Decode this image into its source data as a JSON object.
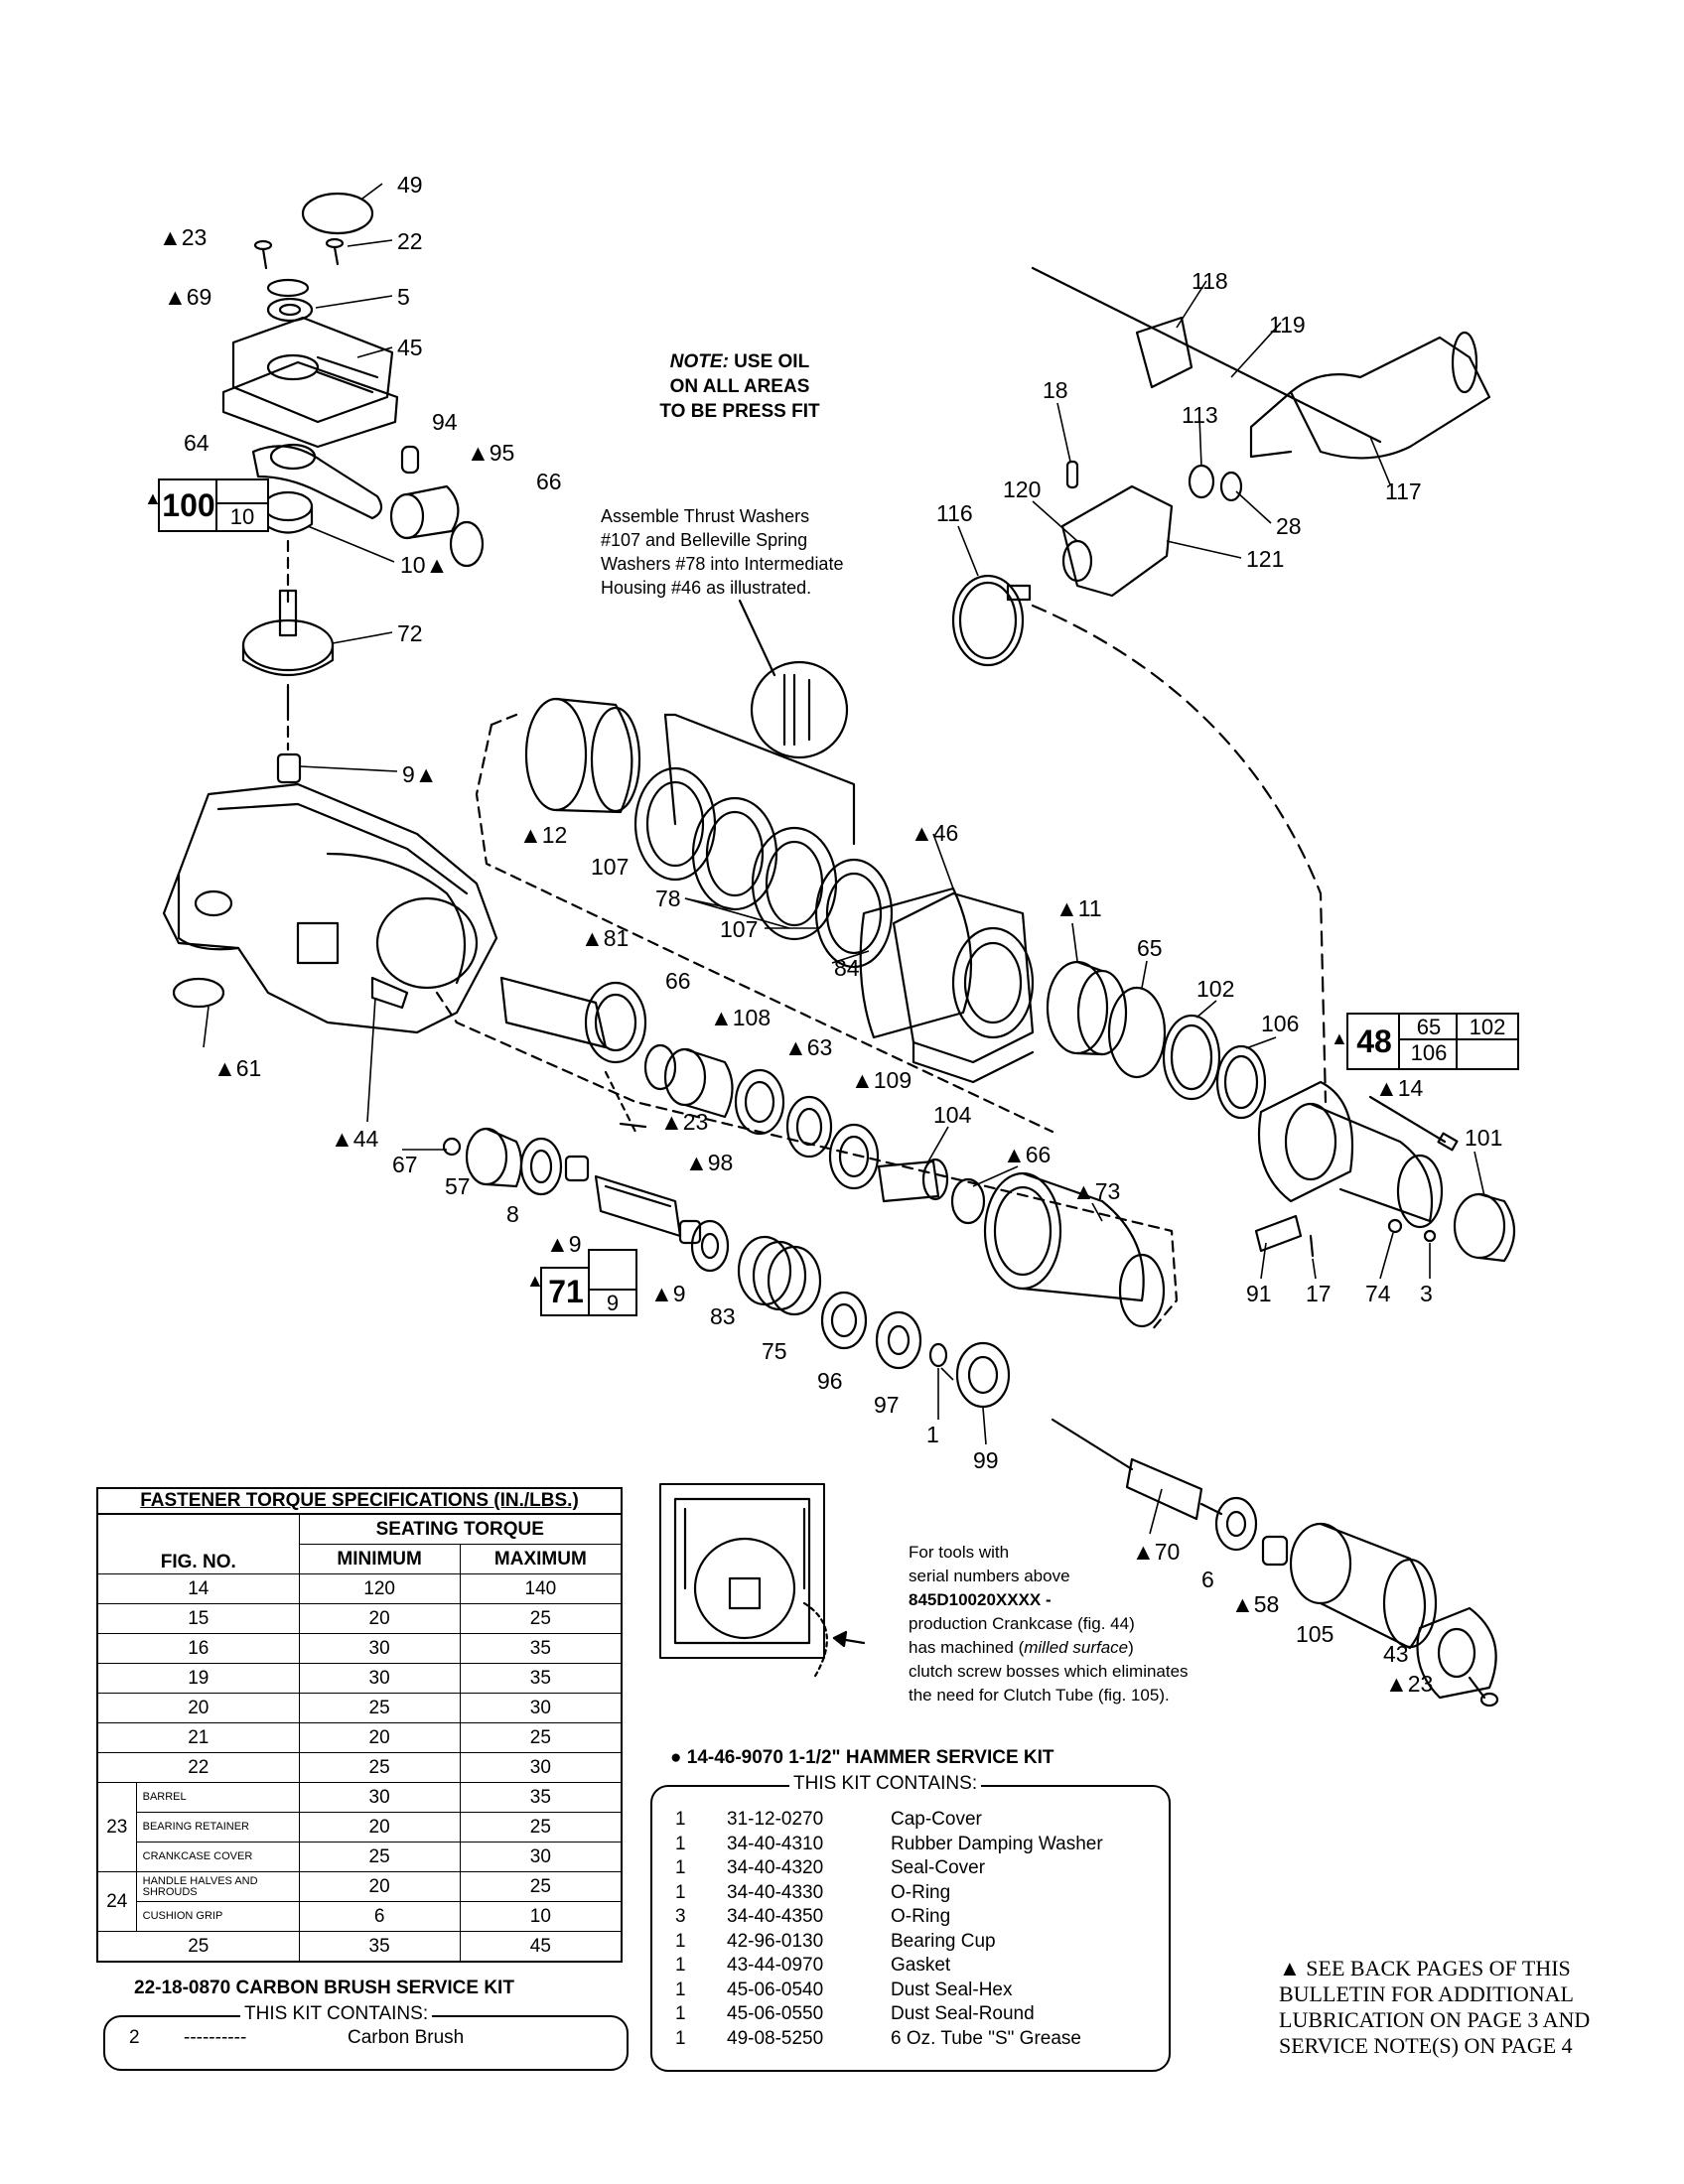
{
  "labels": {
    "l49": "49",
    "l22": "22",
    "l23a": "▲23",
    "l69": "▲69",
    "l5": "5",
    "l45": "45",
    "l64": "64",
    "l94": "94",
    "l95": "▲95",
    "l66a": "66",
    "l10": "10▲",
    "l72": "72",
    "l9a": "9▲",
    "l61": "▲61",
    "l44": "▲44",
    "l12": "▲12",
    "l107a": "107",
    "l78": "78",
    "l107b": "107",
    "l84": "84",
    "l46": "▲46",
    "l81": "▲81",
    "l66b": "66",
    "l108": "▲108",
    "l63": "▲63",
    "l109": "▲109",
    "l104": "104",
    "l66c": "▲66",
    "l73": "▲73",
    "l11": "▲11",
    "l65": "65",
    "l102": "102",
    "l106": "106",
    "l14": "▲14",
    "l101": "101",
    "l91": "91",
    "l17": "17",
    "l74": "74",
    "l3": "3",
    "l67": "67",
    "l57": "57",
    "l8": "8",
    "l9b": "▲9",
    "l23b": "▲23",
    "l98": "▲98",
    "l9c": "▲9",
    "l83": "83",
    "l75": "75",
    "l96": "96",
    "l97": "97",
    "l1": "1",
    "l99": "99",
    "l118": "118",
    "l119": "119",
    "l18": "18",
    "l113": "113",
    "l117": "117",
    "l120": "120",
    "l116": "116",
    "l28": "28",
    "l121": "121",
    "l70": "▲70",
    "l6": "6",
    "l58": "▲58",
    "l105": "105",
    "l43": "43",
    "l23c": "▲23"
  },
  "assemblies": {
    "a100": {
      "tri": "▲",
      "main": "100",
      "sub": "10"
    },
    "a71": {
      "tri": "▲",
      "main": "71",
      "sub": "9"
    },
    "a48": {
      "tri": "▲",
      "main": "48",
      "c1": "65",
      "c2": "102",
      "c3": "106"
    }
  },
  "notes": {
    "oil": {
      "prefix": "NOTE:",
      "l1": " USE OIL",
      "l2": "ON ALL AREAS",
      "l3": "TO BE PRESS FIT"
    },
    "thrust": {
      "l1": "Assemble Thrust Washers",
      "l2": "#107 and Belleville Spring",
      "l3": "Washers #78 into Intermediate",
      "l4": "Housing #46 as illustrated."
    },
    "crankcase": {
      "l1": "For tools with",
      "l2": "serial numbers above",
      "l3": "845D10020XXXX -",
      "l4": "production Crankcase (fig. 44)",
      "l5a": "has machined (",
      "l5b": "milled surface",
      "l5c": ")",
      "l6": "clutch screw bosses which eliminates",
      "l7": "the need for Clutch Tube (fig. 105)."
    },
    "see": {
      "l1": "▲ SEE BACK PAGES OF THIS",
      "l2": "BULLETIN FOR ADDITIONAL",
      "l3": "LUBRICATION ON PAGE 3 AND",
      "l4": "SERVICE NOTE(S) ON PAGE 4"
    }
  },
  "torque_table": {
    "title": "FASTENER TORQUE SPECIFICATIONS (IN./LBS.)",
    "group_header": "SEATING TORQUE",
    "col_fig": "FIG. NO.",
    "col_min": "MINIMUM",
    "col_max": "MAXIMUM",
    "rows": [
      {
        "fig": "14",
        "min": "120",
        "max": "140"
      },
      {
        "fig": "15",
        "min": "20",
        "max": "25"
      },
      {
        "fig": "16",
        "min": "30",
        "max": "35"
      },
      {
        "fig": "19",
        "min": "30",
        "max": "35"
      },
      {
        "fig": "20",
        "min": "25",
        "max": "30"
      },
      {
        "fig": "21",
        "min": "20",
        "max": "25"
      },
      {
        "fig": "22",
        "min": "25",
        "max": "30"
      }
    ],
    "g23": {
      "fig": "23",
      "rows": [
        {
          "sub": "BARREL",
          "min": "30",
          "max": "35"
        },
        {
          "sub": "BEARING RETAINER",
          "min": "20",
          "max": "25"
        },
        {
          "sub": "CRANKCASE COVER",
          "min": "25",
          "max": "30"
        }
      ]
    },
    "g24": {
      "fig": "24",
      "rows": [
        {
          "sub": "HANDLE HALVES AND SHROUDS",
          "min": "20",
          "max": "25"
        },
        {
          "sub": "CUSHION GRIP",
          "min": "6",
          "max": "10"
        }
      ]
    },
    "last": {
      "fig": "25",
      "min": "35",
      "max": "45"
    }
  },
  "carbon_kit": {
    "title": "22-18-0870 CARBON BRUSH SERVICE KIT",
    "subtitle": "THIS KIT CONTAINS:",
    "qty": "2",
    "dash": "----------",
    "desc": "Carbon Brush"
  },
  "hammer_kit": {
    "title": "● 14-46-9070 1-1/2\" HAMMER SERVICE KIT",
    "subtitle": "THIS KIT CONTAINS:",
    "items": [
      {
        "qty": "1",
        "part": "31-12-0270",
        "desc": "Cap-Cover"
      },
      {
        "qty": "1",
        "part": "34-40-4310",
        "desc": "Rubber Damping Washer"
      },
      {
        "qty": "1",
        "part": "34-40-4320",
        "desc": "Seal-Cover"
      },
      {
        "qty": "1",
        "part": "34-40-4330",
        "desc": "O-Ring"
      },
      {
        "qty": "3",
        "part": "34-40-4350",
        "desc": "O-Ring"
      },
      {
        "qty": "1",
        "part": "42-96-0130",
        "desc": "Bearing Cup"
      },
      {
        "qty": "1",
        "part": "43-44-0970",
        "desc": "Gasket"
      },
      {
        "qty": "1",
        "part": "45-06-0540",
        "desc": "Dust Seal-Hex"
      },
      {
        "qty": "1",
        "part": "45-06-0550",
        "desc": "Dust Seal-Round"
      },
      {
        "qty": "1",
        "part": "49-08-5250",
        "desc": "6 Oz. Tube \"S\" Grease"
      }
    ]
  }
}
